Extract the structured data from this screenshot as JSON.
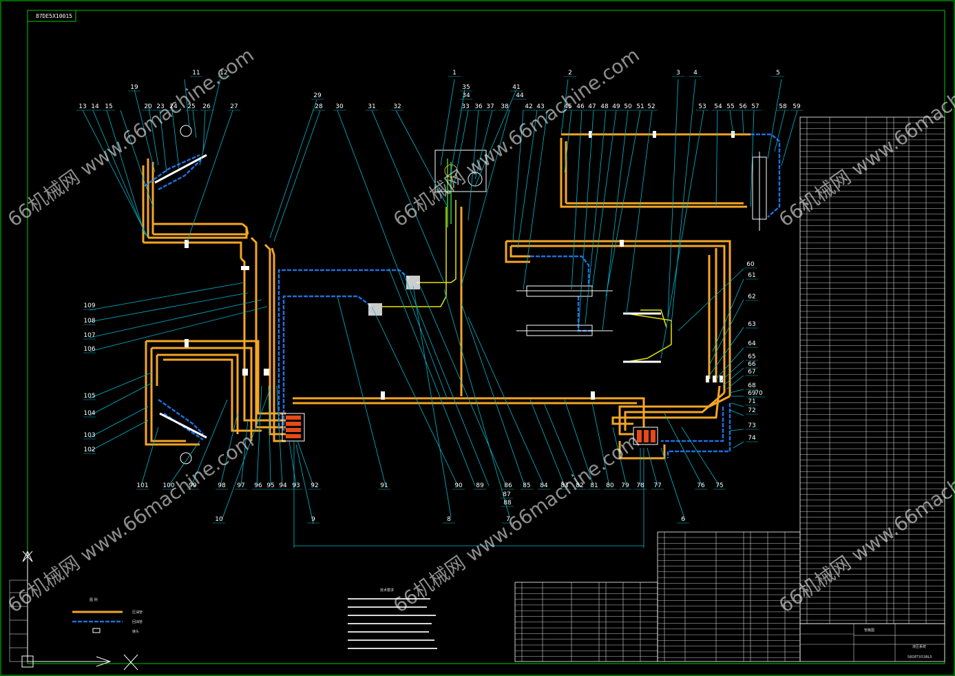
{
  "drawing_code": "87DE5X10015",
  "title_block": {
    "code": "58DETX53BL5",
    "name": "液压系统",
    "subtitle": "管路图"
  },
  "legend": {
    "title": "图 例",
    "items": [
      "压油管",
      "回油管",
      "接头"
    ]
  },
  "notes_title": "技术要求",
  "watermark": "66机械网 www.66machine.com",
  "callout_labels": [
    "1",
    "2",
    "3",
    "4",
    "5",
    "6",
    "7",
    "8",
    "9",
    "10",
    "11",
    "12",
    "13",
    "14",
    "15",
    "19",
    "20",
    "23",
    "24",
    "25",
    "26",
    "27",
    "28",
    "29",
    "30",
    "31",
    "32",
    "33",
    "34",
    "35",
    "36",
    "37",
    "38",
    "41",
    "42",
    "43",
    "44",
    "45",
    "46",
    "47",
    "48",
    "49",
    "50",
    "51",
    "52",
    "53",
    "54",
    "55",
    "56",
    "57",
    "58",
    "59",
    "60",
    "61",
    "62",
    "63",
    "64",
    "65",
    "66",
    "67",
    "68",
    "69",
    "70",
    "71",
    "72",
    "73",
    "74",
    "75",
    "76",
    "77",
    "78",
    "79",
    "80",
    "81",
    "82",
    "83",
    "84",
    "85",
    "86",
    "87",
    "88",
    "89",
    "90",
    "91",
    "92",
    "93",
    "94",
    "95",
    "96",
    "97",
    "98",
    "99",
    "100",
    "101",
    "102",
    "103",
    "104",
    "105",
    "106",
    "107",
    "108",
    "109"
  ],
  "colors": {
    "pressure_line": "#f5a623",
    "return_line": "#1e6fe0",
    "pilot_line": "#e8e800",
    "frame": "#00cc00",
    "leader": "#00bcd4"
  }
}
